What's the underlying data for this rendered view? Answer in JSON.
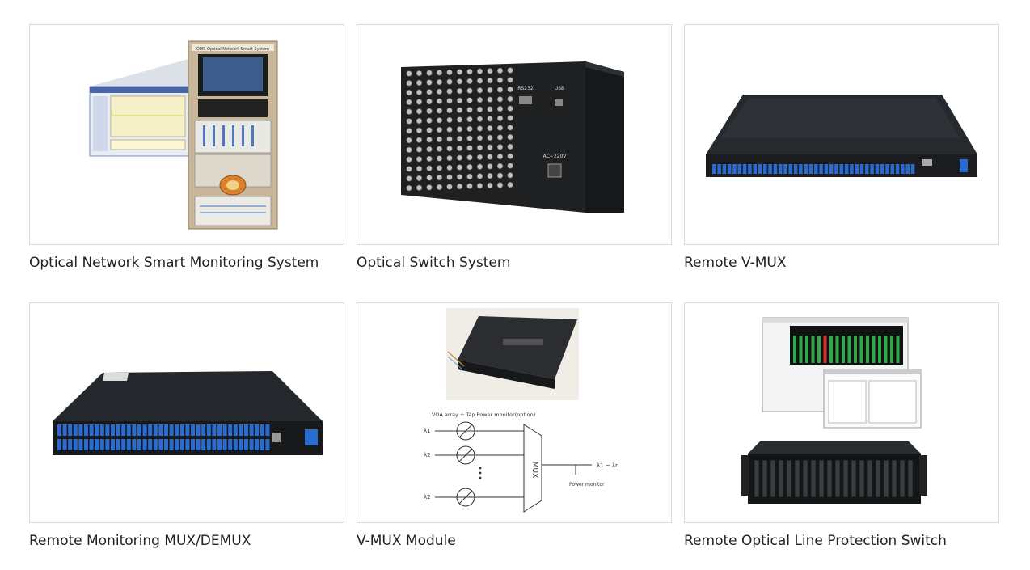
{
  "products": [
    {
      "title": "Optical Network Smart Monitoring System",
      "image": "monitoring-cabinet-image",
      "label_banner": "OMS Optical Network Smart System"
    },
    {
      "title": "Optical Switch System",
      "image": "optical-switch-chassis-image",
      "panel_labels": [
        "RS232",
        "USB",
        "AC~220V"
      ]
    },
    {
      "title": "Remote V-MUX",
      "image": "rack-vmux-image"
    },
    {
      "title": "Remote Monitoring MUX/DEMUX",
      "image": "rack-mux-demux-image"
    },
    {
      "title": "V-MUX Module",
      "image": "vmux-module-image",
      "diagram": {
        "header": "VOA array + Tap Power monitor(option)",
        "inputs": [
          "λ1",
          "λ2",
          "λ2"
        ],
        "mux_label": "MUX",
        "output": "λ1 ~ λn",
        "monitor": "Power monitor"
      }
    },
    {
      "title": "Remote Optical Line Protection Switch",
      "image": "olp-switch-image"
    }
  ],
  "colors": {
    "accent_blue": "#2a6bd0",
    "device_black": "#1e2022",
    "frame_border": "#d9d9d9"
  }
}
